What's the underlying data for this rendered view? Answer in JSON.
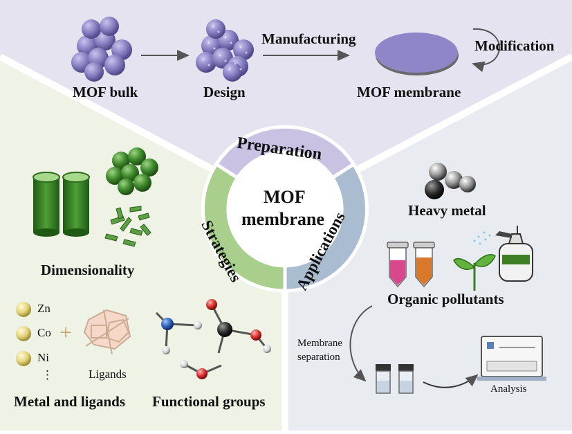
{
  "top": {
    "mof_bulk": "MOF bulk",
    "design": "Design",
    "manufacturing": "Manufacturing",
    "mof_membrane": "MOF membrane",
    "modification": "Modification"
  },
  "center": {
    "line1": "MOF",
    "line2": "membrane",
    "preparation": "Preparation",
    "strategies": "Strategies",
    "applications": "Applications"
  },
  "left": {
    "dimensionality": "Dimensionality",
    "metals": [
      "Zn",
      "Co",
      "Ni"
    ],
    "ellipsis": "⋮",
    "plus": "+",
    "ligands": "Ligands",
    "metal_and_ligands": "Metal and ligands",
    "functional_groups": "Functional groups"
  },
  "right": {
    "heavy_metal": "Heavy metal",
    "organic_pollutants": "Organic pollutants",
    "membrane_separation_1": "Membrane",
    "membrane_separation_2": "separation",
    "analysis": "Analysis"
  },
  "colors": {
    "top_bg": "#e6e3f0",
    "left_bg": "#eef3e6",
    "right_bg": "#e8ecf1",
    "preparation_ring": "#c9c2e2",
    "strategies_ring": "#a9cf8c",
    "applications_ring": "#a9bcd0",
    "mof_sphere": "#8f86c7",
    "green_cluster": "#3f8a2c",
    "membrane_disc": "#8f86c7"
  }
}
